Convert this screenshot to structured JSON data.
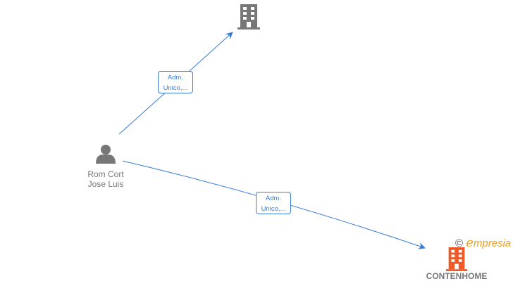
{
  "nodes": {
    "person": {
      "name_line1": "Rom Cort",
      "name_line2": "Jose Luis",
      "icon": "person-icon",
      "color": "#777777"
    },
    "company_top": {
      "name": "",
      "icon": "building-icon",
      "color": "#777777"
    },
    "company_bottom": {
      "name": "CONTENHOME",
      "icon": "building-icon",
      "color": "#f05a28"
    }
  },
  "edges": [
    {
      "label_line1": "Adm.",
      "label_line2": "Unico,...",
      "color": "#3a7bd5"
    },
    {
      "label_line1": "Adm.",
      "label_line2": "Unico,...",
      "color": "#3a7bd5"
    }
  ],
  "brand": {
    "copyright": "©",
    "initial": "e",
    "rest": "mpresia"
  }
}
